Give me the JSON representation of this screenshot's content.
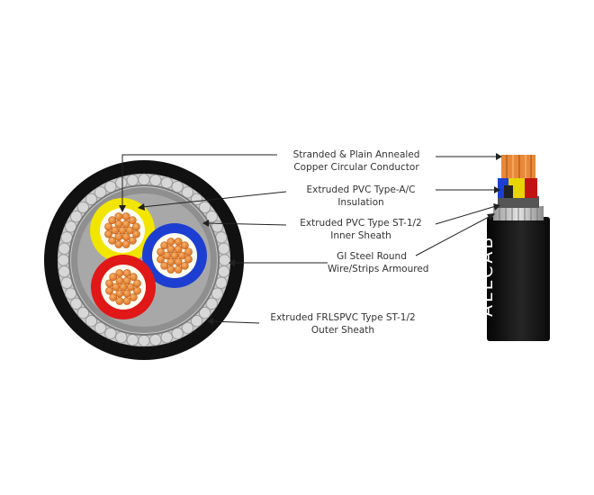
{
  "labels": {
    "conductor": {
      "line1": "Stranded & Plain Annealed",
      "line2": "Copper Circular Conductor"
    },
    "insulation": {
      "line1": "Extruded PVC Type-A/C",
      "line2": "Insulation"
    },
    "inner_sheath": {
      "line1": "Extruded PVC Type ST-1/2",
      "line2": "Inner Sheath"
    },
    "armour": {
      "line1": "GI Steel Round",
      "line2": "Wire/Strips Armoured"
    },
    "outer_sheath": {
      "line1": "Extruded FRLSPVC Type ST-1/2",
      "line2": "Outer Sheath"
    }
  },
  "brand": "ALLCAB",
  "colors": {
    "outer_sheath": "#111111",
    "armour": "#c9c9c9",
    "inner_sheath": "#8f8f8f",
    "copper": "#e8893a",
    "core_yellow": "#f2e500",
    "core_blue": "#1d3fd1",
    "core_red": "#e01818"
  }
}
